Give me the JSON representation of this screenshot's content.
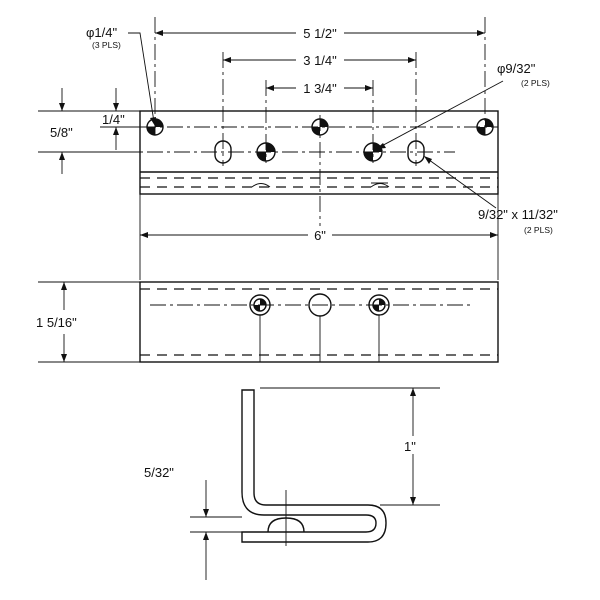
{
  "dimensions": {
    "overall_hole_span": "5 1/2\"",
    "outer_slot_span": "3 1/4\"",
    "inner_hole_span": "1 3/4\"",
    "top_edge_to_hole": "1/4\"",
    "hole_row_spacing": "5/8\"",
    "overall_length": "6\"",
    "front_height": "1 5/16\"",
    "side_height": "1\"",
    "thickness": "5/32\""
  },
  "callouts": {
    "small_hole": {
      "label": "φ1/4\"",
      "note": "(3 PLS)"
    },
    "large_hole": {
      "label": "φ9/32\"",
      "note": "(2 PLS)"
    },
    "slot": {
      "label": "9/32\" x 11/32\"",
      "note": "(2 PLS)"
    }
  }
}
